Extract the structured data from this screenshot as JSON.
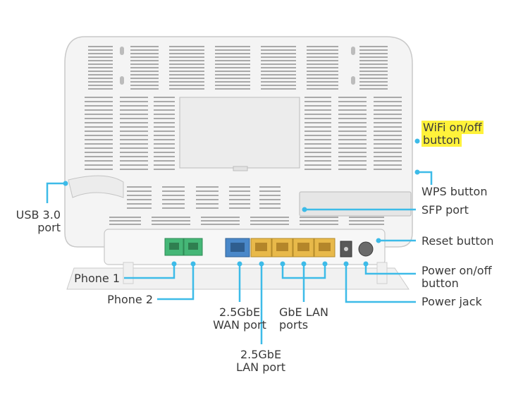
{
  "labels": {
    "wifi": "WiFi on/off button",
    "wps": "WPS button",
    "sfp": "SFP port",
    "reset": "Reset button",
    "power_switch": "Power on/off button",
    "power_jack": "Power jack",
    "usb": "USB 3.0 port",
    "phone1": "Phone 1",
    "phone2": "Phone 2",
    "wan": "2.5GbE WAN port",
    "lan25": "2.5GbE LAN port",
    "gbe_lan": "GbE LAN ports"
  },
  "label_lines": {
    "wifi": [
      "WiFi on/off",
      "button"
    ],
    "power_switch": [
      "Power on/off",
      "button"
    ],
    "usb": [
      "USB 3.0",
      "port"
    ],
    "wan": [
      "2.5GbE",
      "WAN port"
    ],
    "lan25": [
      "2.5GbE",
      "LAN port"
    ],
    "gbe_lan": [
      "GbE LAN",
      "ports"
    ]
  },
  "colors": {
    "callout": "#3dbbe8",
    "highlight": "#fff23a",
    "phone_port": "#45b777",
    "wan_port": "#4a88c9",
    "lan_port": "#e8b94a",
    "device": "#f4f4f4"
  }
}
